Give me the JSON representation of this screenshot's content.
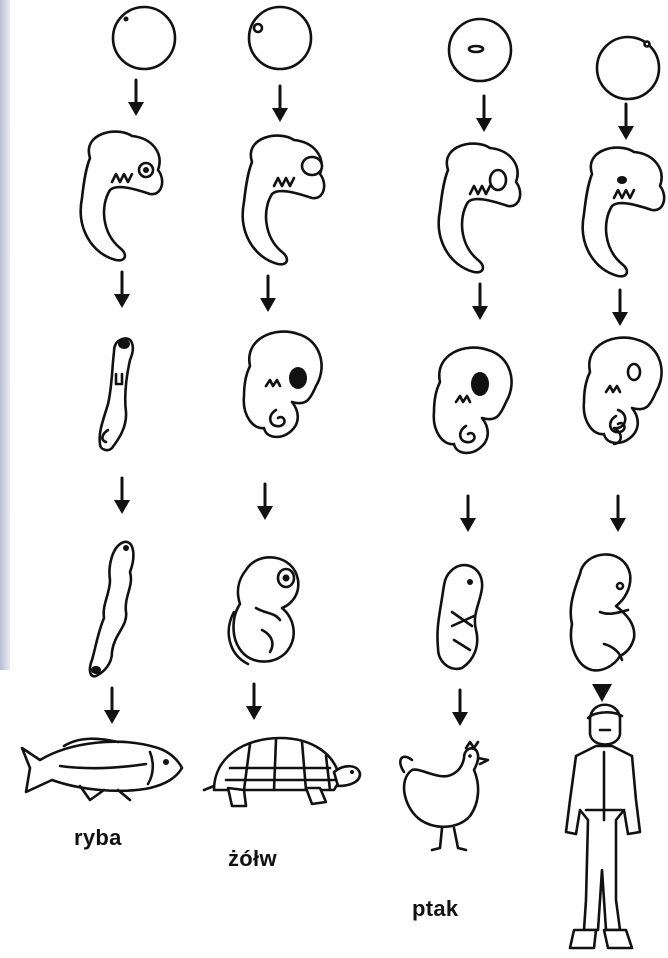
{
  "diagram": {
    "species": [
      {
        "id": "fish",
        "label": "ryba"
      },
      {
        "id": "turtle",
        "label": "żółw"
      },
      {
        "id": "bird",
        "label": "ptak"
      },
      {
        "id": "human",
        "label": ""
      }
    ],
    "stages": [
      "egg",
      "early-embryo",
      "mid-embryo",
      "late-embryo",
      "adult"
    ],
    "colors": {
      "ink": "#111111",
      "background": "#ffffff",
      "edge": "#c4c9dc"
    }
  }
}
